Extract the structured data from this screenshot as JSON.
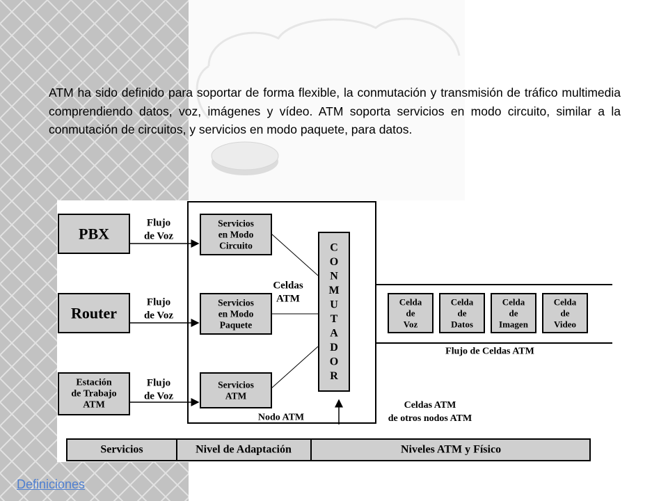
{
  "paragraph": "ATM ha sido definido para soportar de forma flexible, la conmutación y transmisión de tráfico multimedia comprendiendo datos, voz, imágenes y vídeo. ATM soporta servicios en modo circuito, similar a la conmutación de circuitos, y servicios en modo paquete, para datos.",
  "colors": {
    "sidebar": "#c2c2c2",
    "box": "#cfcfcf",
    "link": "#4f7fd0"
  },
  "diagram": {
    "sources": [
      {
        "lines": [
          "PBX"
        ]
      },
      {
        "lines": [
          "Router"
        ]
      },
      {
        "lines": [
          "Estación",
          "de Trabajo",
          "ATM"
        ]
      }
    ],
    "flows": [
      {
        "lines": [
          "Flujo",
          "de Voz"
        ]
      },
      {
        "lines": [
          "Flujo",
          "de Voz"
        ]
      },
      {
        "lines": [
          "Flujo",
          "de Voz"
        ]
      }
    ],
    "services": [
      {
        "lines": [
          "Servicios",
          "en Modo",
          "Circuito"
        ]
      },
      {
        "lines": [
          "Servicios",
          "en Modo",
          "Paquete"
        ]
      },
      {
        "lines": [
          "Servicios",
          "ATM"
        ]
      }
    ],
    "switch_letters": [
      "C",
      "O",
      "N",
      "M",
      "U",
      "T",
      "A",
      "D",
      "O",
      "R"
    ],
    "celdas_atm": [
      "Celdas",
      "ATM"
    ],
    "nodo_atm": "Nodo ATM",
    "cells": [
      {
        "lines": [
          "Celda",
          "de",
          "Voz"
        ]
      },
      {
        "lines": [
          "Celda",
          "de",
          "Datos"
        ]
      },
      {
        "lines": [
          "Celda",
          "de",
          "Imagen"
        ]
      },
      {
        "lines": [
          "Celda",
          "de",
          "Video"
        ]
      }
    ],
    "flujo_celdas": "Flujo de Celdas ATM",
    "otros_nodos": [
      "Celdas ATM",
      "de otros nodos ATM"
    ],
    "bottom_bar": [
      "Servicios",
      "Nivel de Adaptación",
      "Niveles ATM y Físico"
    ]
  },
  "link_text": "Definiciones"
}
